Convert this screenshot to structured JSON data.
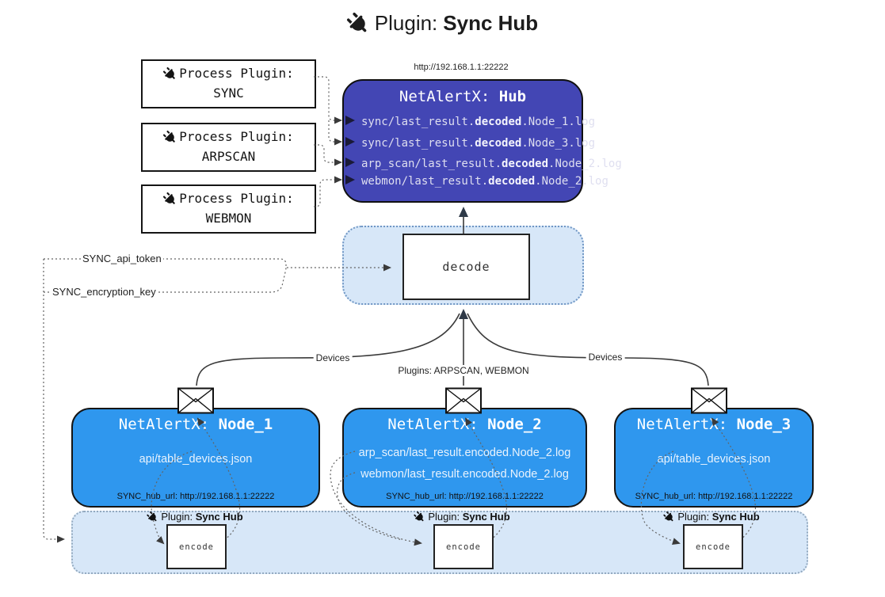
{
  "title": {
    "prefix": "Plugin: ",
    "bold": "Sync Hub"
  },
  "colors": {
    "hub_fill": "#4346b4",
    "node_fill": "#2f97ee",
    "panel_fill": "#d7e7f8",
    "panel_border": "#6f96c4",
    "strip_border": "#93a9bf"
  },
  "process_plugins": [
    {
      "label": "Process Plugin:",
      "name": "SYNC"
    },
    {
      "label": "Process Plugin:",
      "name": "ARPSCAN"
    },
    {
      "label": "Process Plugin:",
      "name": "WEBMON"
    }
  ],
  "hub": {
    "url": "http://192.168.1.1:22222",
    "brand": "NetAlertX: ",
    "name": "Hub",
    "files": [
      {
        "pre": "sync/last_result.",
        "bold": "decoded",
        "post": ".Node_1.log"
      },
      {
        "pre": "sync/last_result.",
        "bold": "decoded",
        "post": ".Node_3.log"
      },
      {
        "pre": "arp_scan/last_result.",
        "bold": "decoded",
        "post": ".Node_2.log"
      },
      {
        "pre": "webmon/last_result.",
        "bold": "decoded",
        "post": ".Node_2.log"
      }
    ]
  },
  "decode": {
    "label": "decode"
  },
  "settings": {
    "api_token": "SYNC_api_token",
    "encryption_key": "SYNC_encryption_key"
  },
  "edge_labels": {
    "devices_left": "Devices",
    "plugins_mid": "Plugins: ARPSCAN, WEBMON",
    "devices_right": "Devices"
  },
  "nodes": [
    {
      "brand": "NetAlertX: ",
      "name": "Node_1",
      "files": [
        "api/table_devices.json"
      ],
      "hub_url": "SYNC_hub_url: http://192.168.1.1:22222"
    },
    {
      "brand": "NetAlertX: ",
      "name": "Node_2",
      "files": [
        "arp_scan/last_result.encoded.Node_2.log",
        "webmon/last_result.encoded.Node_2.log"
      ],
      "hub_url": "SYNC_hub_url: http://192.168.1.1:22222"
    },
    {
      "brand": "NetAlertX: ",
      "name": "Node_3",
      "files": [
        "api/table_devices.json"
      ],
      "hub_url": "SYNC_hub_url: http://192.168.1.1:22222"
    }
  ],
  "strip": {
    "label_prefix": "Plugin: ",
    "label_bold": "Sync Hub",
    "encode_label": "encode"
  }
}
